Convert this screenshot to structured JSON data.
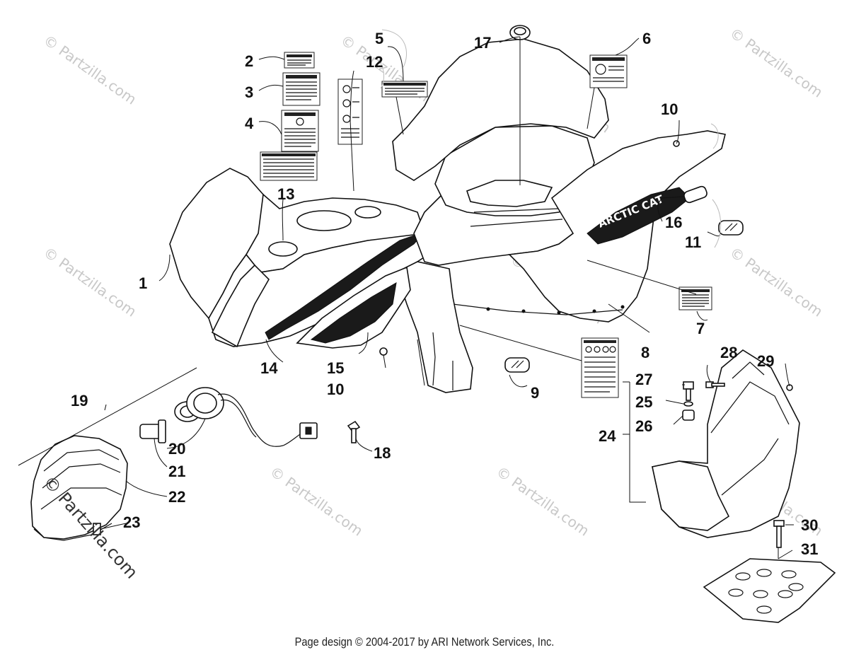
{
  "watermarks": [
    "© Partzilla.com",
    "© Partzilla.com",
    "© Partzilla.com",
    "© Partzilla.com",
    "© Partzilla.com",
    "© Partzilla.com",
    "© Partzilla.com",
    "© Partzilla.com",
    "© Partzilla.com",
    "© Partzilla.com"
  ],
  "watermark_dark": "© Partzilla.com",
  "decal_brand": "ARCTIC CAT",
  "callouts": {
    "c1": "1",
    "c2": "2",
    "c3": "3",
    "c4": "4",
    "c5": "5",
    "c6": "6",
    "c7": "7",
    "c8": "8",
    "c9": "9",
    "c10a": "10",
    "c10b": "10",
    "c11": "11",
    "c12": "12",
    "c13": "13",
    "c14": "14",
    "c15": "15",
    "c16": "16",
    "c17": "17",
    "c18": "18",
    "c19": "19",
    "c20": "20",
    "c21": "21",
    "c22": "22",
    "c23": "23",
    "c24": "24",
    "c25": "25",
    "c26": "26",
    "c27": "27",
    "c28": "28",
    "c29": "29",
    "c30": "30",
    "c31": "31"
  },
  "footer": "Page design © 2004-2017 by ARI Network Services, Inc."
}
